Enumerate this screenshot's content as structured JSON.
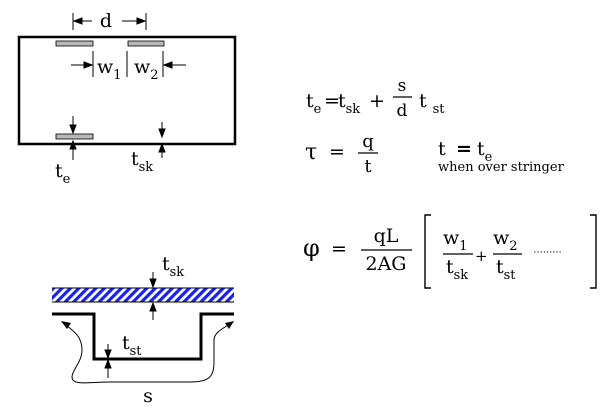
{
  "colors": {
    "ink": "#000000",
    "stringer_pad": "#b8b8b8",
    "skin_hatch": "#1a22e6"
  },
  "box_labels": {
    "d": "d",
    "w1": "w",
    "w1_sub": "1",
    "w2": "w",
    "w2_sub": "2",
    "te": "t",
    "te_sub": "e",
    "tsk": "t",
    "tsk_sub": "sk"
  },
  "eq_te": {
    "lhs": "t",
    "lhs_sub": "e",
    "eq": "=",
    "t1": "t",
    "t1_sub": "sk",
    "plus": "+",
    "num": "s",
    "den": "d",
    "t2": "t",
    "t2_sub": "st"
  },
  "eq_tau": {
    "lhs": "τ",
    "eq": "=",
    "num": "q",
    "den": "t",
    "note_t": "t",
    "note_eq": "=",
    "note_te": "t",
    "note_te_sub": "e",
    "note": "when over stringer"
  },
  "eq_phi": {
    "lhs": "φ",
    "eq": "=",
    "num": "qL",
    "den": "2AG",
    "f1_num": "w",
    "f1_num_sub": "1",
    "f1_den": "t",
    "f1_den_sub": "sk",
    "plus": "+",
    "f2_num": "w",
    "f2_num_sub": "2",
    "f2_den": "t",
    "f2_den_sub": "st",
    "dots": "·········"
  },
  "section_labels": {
    "tsk": "t",
    "tsk_sub": "sk",
    "tst": "t",
    "tst_sub": "st",
    "s": "s"
  }
}
